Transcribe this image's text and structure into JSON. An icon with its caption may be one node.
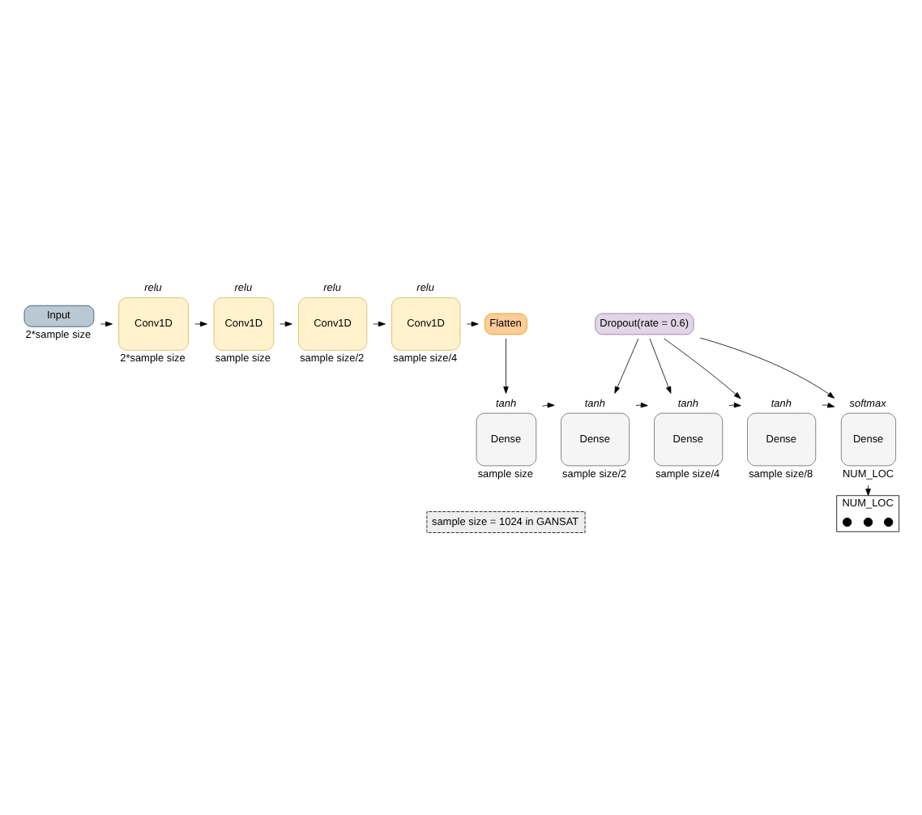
{
  "diagram": {
    "nodes": [
      {
        "text": [
          "Input"
        ],
        "beside": [
          "2*sample size"
        ]
      },
      {
        "text": [
          "Conv1D"
        ],
        "beside": [
          "relu",
          "2*sample size"
        ]
      },
      {
        "text": [
          "Conv1D"
        ],
        "beside": [
          "relu",
          "sample size"
        ]
      },
      {
        "text": [
          "Conv1D"
        ],
        "beside": [
          "relu",
          "sample size/2"
        ]
      },
      {
        "text": [
          "Conv1D"
        ],
        "beside": [
          "relu",
          "sample size/4"
        ]
      },
      {
        "text": [
          "Flatten"
        ]
      },
      {
        "text": [
          "Dropout(rate = 0.6)"
        ]
      },
      {
        "text": [
          "Dense"
        ],
        "beside": [
          "tanh",
          "sample size"
        ]
      },
      {
        "text": [
          "Dense"
        ],
        "beside": [
          "tanh",
          "sample size/2"
        ]
      },
      {
        "text": [
          "Dense"
        ],
        "beside": [
          "tanh",
          "sample size/4"
        ]
      },
      {
        "text": [
          "Dense"
        ],
        "beside": [
          "tanh",
          "sample size/8"
        ]
      },
      {
        "text": [
          "Dense"
        ],
        "beside": [
          "softmax",
          "NUM_LOC"
        ]
      },
      {
        "text": [
          "NUM_LOC"
        ]
      },
      {
        "text": [],
        "shape": "circle",
        "in": 12
      },
      {
        "text": [],
        "shape": "circle",
        "in": 12
      },
      {
        "text": [],
        "shape": "circle",
        "in": 12
      }
    ],
    "edges": [
      {
        "from": 0,
        "to": 1,
        "arrow": "to"
      },
      {
        "from": 1,
        "to": 2,
        "arrow": "to"
      },
      {
        "from": 2,
        "to": 3,
        "arrow": "to"
      },
      {
        "from": 3,
        "to": 4,
        "arrow": "to"
      },
      {
        "from": 4,
        "to": 5,
        "arrow": "to"
      },
      {
        "from": 5,
        "to": 7,
        "arrow": "to"
      },
      {
        "from": 7,
        "to": 8,
        "arrow": "to"
      },
      {
        "from": 8,
        "to": 9,
        "arrow": "to"
      },
      {
        "from": 9,
        "to": 10,
        "arrow": "to"
      },
      {
        "from": 10,
        "to": 11,
        "arrow": "to"
      },
      {
        "from": 11,
        "to": 12,
        "arrow": "to"
      },
      {
        "from": 6,
        "to": 8,
        "arrow": "to"
      },
      {
        "from": 6,
        "to": 9,
        "arrow": "to"
      },
      {
        "from": 6,
        "to": 10,
        "arrow": "to"
      },
      {
        "from": 6,
        "to": 11,
        "arrow": "to"
      }
    ],
    "labels": [
      "sample size = 1024 in GANSAT"
    ]
  }
}
